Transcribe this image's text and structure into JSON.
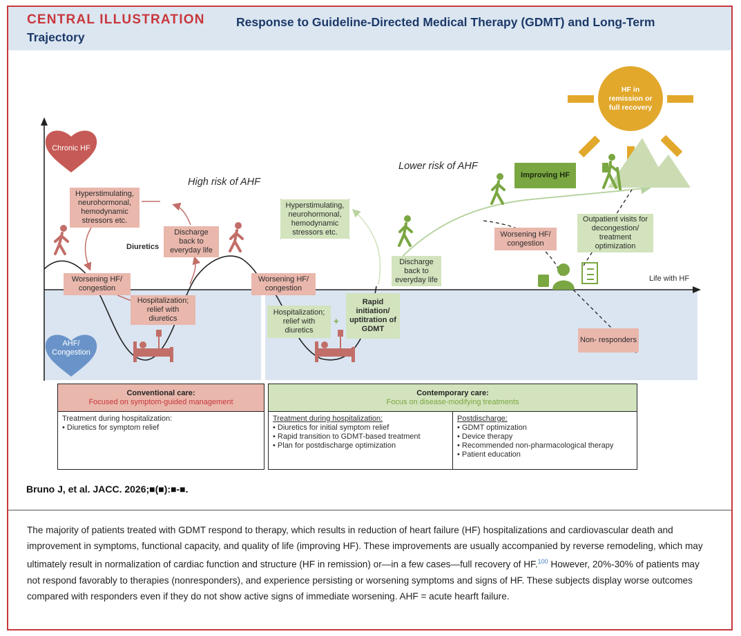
{
  "header": {
    "tag": "CENTRAL ILLUSTRATION",
    "title": "Response to Guideline-Directed Medical Therapy (GDMT) and Long-Term Trajectory"
  },
  "diagram": {
    "chronic_hf": "Chronic HF",
    "ahf_congestion": "AHF/ Congestion",
    "high_risk": "High risk of AHF",
    "lower_risk": "Lower risk of AHF",
    "life_with_hf": "Life with HF",
    "diuretics": "Diuretics",
    "stressors": "Hyperstimulating, neurohormonal, hemodynamic stressors etc.",
    "stressors_crossed": "Hyperstimulating, neurohormonal, hemodynamic stressors etc.",
    "worsening_1": "Worsening HF/ congestion",
    "hosp_1": "Hospitalization; relief with diuretics",
    "discharge_1": "Discharge back to everyday life",
    "worsening_2": "Worsening HF/ congestion",
    "hosp_2": "Hospitalization; relief with diuretics",
    "plus": "+",
    "rapid": "Rapid initiation/ uptitration of GDMT",
    "discharge_2": "Discharge back to everyday life",
    "improving": "Improving HF",
    "worsening_3": "Worsening HF/ congestion",
    "outpatient": "Outpatient visits for decongestion/ treatment optimization",
    "nonresponders": "Non- responders",
    "remission": "HF in remission or full recovery"
  },
  "conventional": {
    "title": "Conventional care:",
    "subtitle": "Focused on symptom-guided management",
    "heading": "Treatment during hospitalization:",
    "items": [
      "• Diuretics for symptom relief"
    ]
  },
  "contemporary": {
    "title": "Contemporary care:",
    "subtitle": "Focus on disease-modifying treatments",
    "hosp_heading": "Treatment during hospitalization:",
    "hosp_items": [
      "• Diuretics for initial symptom relief",
      "• Rapid transition to GDMT-based treatment",
      "• Plan for postdischarge optimization"
    ],
    "post_heading": "Postdischarge:",
    "post_items": [
      "• GDMT optimization",
      "• Device therapy",
      "• Recommended non-pharmacological therapy",
      "• Patient education"
    ]
  },
  "citation": "Bruno J, et al. JACC. 2026;■(■):■-■.",
  "caption": {
    "text": "The majority of patients treated with GDMT respond to therapy, which results in reduction of heart failure (HF) hospitalizations and cardiovascular death and improvement in symptoms, functional capacity, and quality of life (improving HF). These improvements are usually accompanied by reverse remodeling, which may ultimately result in normalization of cardiac function and structure (HF in remission) or—in a few cases—full recovery of HF.",
    "ref": "100",
    "text2": " However, 20%-30% of patients may not respond favorably to therapies (nonresponders), and experience persisting or worsening symptoms and signs of HF. These subjects display worse outcomes compared with responders even if they do not show active signs of immediate worsening. AHF = acute hearft failure."
  },
  "colors": {
    "brand_red": "#c8373c",
    "title_navy": "#1c3968",
    "header_bg": "#dbe6f1",
    "pink_box": "#e9b7ac",
    "green_box": "#d2e3bd",
    "dark_green": "#7aa742",
    "sun": "#e2a82c",
    "ahf_blue": "#6a94c9",
    "heart_red": "#c65a56"
  }
}
